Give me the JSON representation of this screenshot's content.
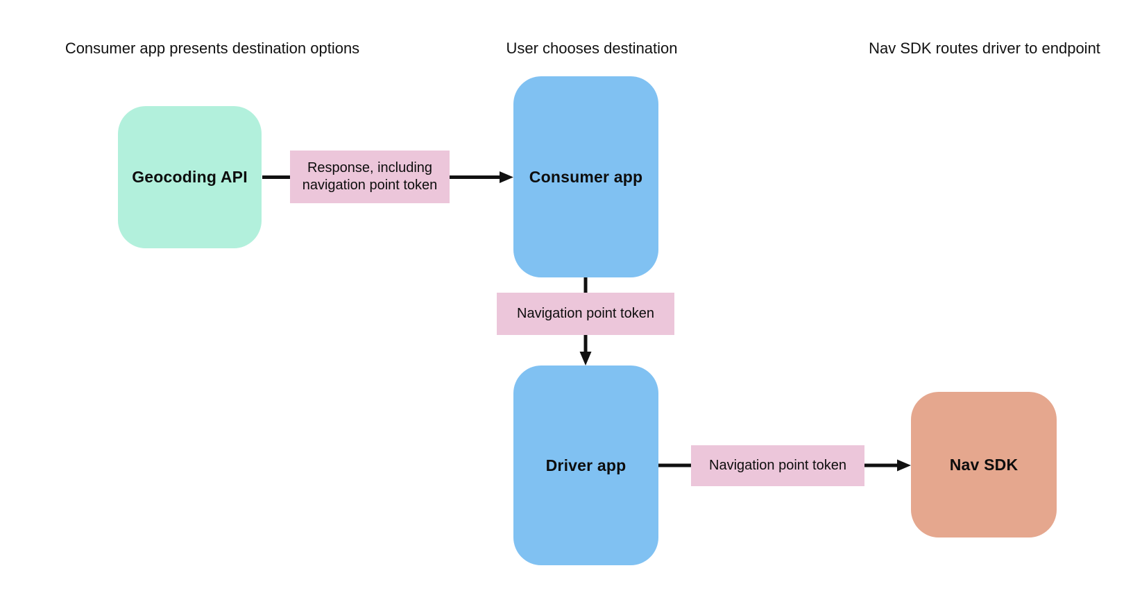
{
  "diagram": {
    "stage_headers": [
      "Consumer app presents destination options",
      "User chooses destination",
      "Nav SDK routes driver to endpoint"
    ],
    "nodes": {
      "geocoding": {
        "label": "Geocoding API",
        "color": "#b2f0dc"
      },
      "consumer": {
        "label": "Consumer app",
        "color": "#80c1f2"
      },
      "driver": {
        "label": "Driver app",
        "color": "#80c1f2"
      },
      "nav_sdk": {
        "label": "Nav SDK",
        "color": "#e5a78e"
      }
    },
    "edge_labels": {
      "response_token": {
        "label": "Response, including navigation point token",
        "color": "#ecc6da"
      },
      "token_consumer_driver": {
        "label": "Navigation point token",
        "color": "#ecc6da"
      },
      "token_driver_sdk": {
        "label": "Navigation point token",
        "color": "#ecc6da"
      }
    },
    "connector_color": "#111111"
  }
}
